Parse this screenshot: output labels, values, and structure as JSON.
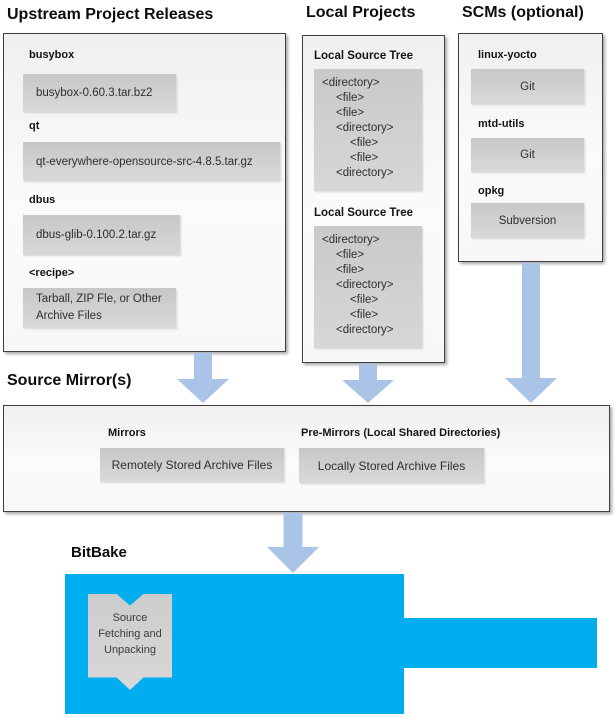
{
  "colors": {
    "arrow_fill": "#a9c4e6",
    "bitbake_fill": "#00aeef",
    "inner_box_fill": "#cfcfcf",
    "panel_border": "#3f3f3f"
  },
  "upstream": {
    "title": "Upstream Project Releases",
    "items": [
      {
        "label": "busybox",
        "value": "busybox-0.60.3.tar.bz2"
      },
      {
        "label": "qt",
        "value": "qt-everywhere-opensource-src-4.8.5.tar.gz"
      },
      {
        "label": "dbus",
        "value": "dbus-glib-0.100.2.tar.gz"
      },
      {
        "label": "<recipe>",
        "value": "Tarball, ZIP Fle, or Other Archive Files"
      }
    ]
  },
  "local_projects": {
    "title": "Local Projects",
    "trees": [
      {
        "label": "Local Source Tree",
        "lines": [
          "<directory>",
          "<file>",
          "<file>",
          "<directory>",
          "<file>",
          "<file>",
          "<directory>"
        ]
      },
      {
        "label": "Local Source Tree",
        "lines": [
          "<directory>",
          "<file>",
          "<file>",
          "<directory>",
          "<file>",
          "<file>",
          "<directory>"
        ]
      }
    ]
  },
  "scms": {
    "title": "SCMs (optional)",
    "items": [
      {
        "label": "linux-yocto",
        "value": "Git"
      },
      {
        "label": "mtd-utils",
        "value": "Git"
      },
      {
        "label": "opkg",
        "value": "Subversion"
      }
    ]
  },
  "source_mirrors": {
    "title": "Source Mirror(s)",
    "mirrors_label": "Mirrors",
    "mirrors_value": "Remotely Stored Archive Files",
    "premirrors_label": "Pre-Mirrors (Local Shared Directories)",
    "premirrors_value": "Locally Stored Archive Files"
  },
  "bitbake": {
    "title": "BitBake",
    "ribbon_text": "Source Fetching and Unpacking"
  }
}
